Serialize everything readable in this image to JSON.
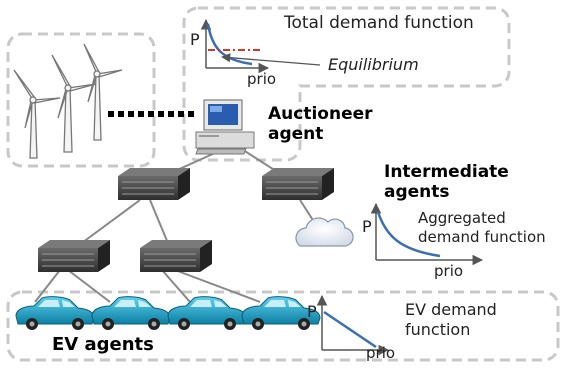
{
  "top_panel": {
    "title": "Total demand function",
    "p_axis": "P",
    "x_axis": "prio",
    "equilibrium": "Equilibrium"
  },
  "auctioneer": {
    "label_line1": "Auctioneer",
    "label_line2": "agent"
  },
  "intermediate": {
    "label_line1": "Intermediate",
    "label_line2": "agents",
    "curve_title_line1": "Aggregated",
    "curve_title_line2": "demand function",
    "p_axis": "P",
    "x_axis": "prio"
  },
  "ev": {
    "label": "EV agents",
    "curve_title_line1": "EV demand",
    "curve_title_line2": "function",
    "p_axis": "P",
    "x_axis": "prio"
  },
  "colors": {
    "curve": "#3a6fb5",
    "equilibrium_line": "#d9381e",
    "dashed_box": "#c8c8c8",
    "car_body": "#1aa3c9",
    "server": "#3c3c3c"
  },
  "icons": [
    "wind-turbine-icon",
    "computer-icon",
    "server-icon",
    "cloud-icon",
    "car-icon"
  ]
}
